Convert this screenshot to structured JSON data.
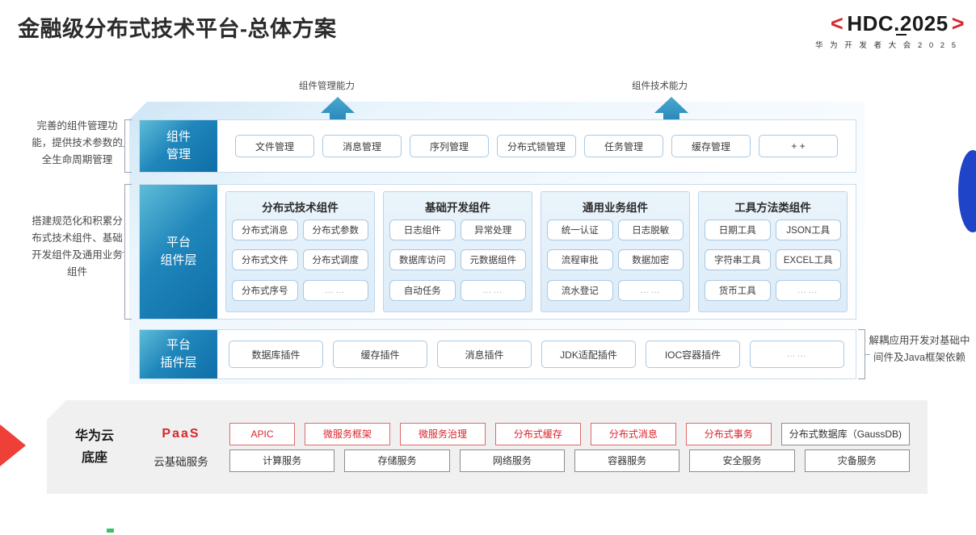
{
  "header": {
    "title": "金融级分布式技术平台-总体方案",
    "logo_bracket_left": "<",
    "logo_bracket_right": ">",
    "logo_main": "HDC.2025",
    "logo_sub": "华 为 开 发 者 大 会 2 0 2 5",
    "accent_red": "#d9262c",
    "accent_blue": "#1f86bb"
  },
  "arrows": [
    {
      "label": "组件管理能力"
    },
    {
      "label": "组件技术能力"
    }
  ],
  "side_notes": {
    "note1": "完善的组件管理功能，提供技术参数的全生命周期管理",
    "note2": "搭建规范化和积累分布式技术组件、基础开发组件及通用业务组件",
    "note3": "解耦应用开发对基础中间件及Java框架依赖"
  },
  "rows": {
    "management": {
      "label_line1": "组件",
      "label_line2": "管理",
      "chips": [
        "文件管理",
        "消息管理",
        "序列管理",
        "分布式锁管理",
        "任务管理",
        "缓存管理",
        "+ +"
      ]
    },
    "component": {
      "label_line1": "平台",
      "label_line2": "组件层",
      "groups": [
        {
          "title": "分布式技术组件",
          "items": [
            "分布式消息",
            "分布式参数",
            "分布式文件",
            "分布式调度",
            "分布式序号",
            "……"
          ]
        },
        {
          "title": "基础开发组件",
          "items": [
            "日志组件",
            "异常处理",
            "数据库访问",
            "元数据组件",
            "自动任务",
            "……"
          ]
        },
        {
          "title": "通用业务组件",
          "items": [
            "统一认证",
            "日志脱敏",
            "流程审批",
            "数据加密",
            "流水登记",
            "……"
          ]
        },
        {
          "title": "工具方法类组件",
          "items": [
            "日期工具",
            "JSON工具",
            "字符串工具",
            "EXCEL工具",
            "货币工具",
            "……"
          ]
        }
      ]
    },
    "plugin": {
      "label_line1": "平台",
      "label_line2": "插件层",
      "chips": [
        "数据库插件",
        "缓存插件",
        "消息插件",
        "JDK适配插件",
        "IOC容器插件",
        "……"
      ]
    }
  },
  "cloud_base": {
    "title_line1": "华为云",
    "title_line2": "底座",
    "paas_label": "PaaS",
    "infra_label": "云基础服务",
    "paas_items": [
      {
        "text": "APIC",
        "style": "red",
        "flex": 1
      },
      {
        "text": "微服务框架",
        "style": "red",
        "flex": 1.35
      },
      {
        "text": "微服务治理",
        "style": "red",
        "flex": 1.35
      },
      {
        "text": "分布式缓存",
        "style": "red",
        "flex": 1.35
      },
      {
        "text": "分布式消息",
        "style": "red",
        "flex": 1.35
      },
      {
        "text": "分布式事务",
        "style": "red",
        "flex": 1.35
      },
      {
        "text": "分布式数据库（GaussDB)",
        "style": "gray",
        "flex": 2.1
      }
    ],
    "infra_items": [
      {
        "text": "计算服务",
        "style": "gray"
      },
      {
        "text": "存储服务",
        "style": "gray"
      },
      {
        "text": "网络服务",
        "style": "gray"
      },
      {
        "text": "容器服务",
        "style": "gray"
      },
      {
        "text": "安全服务",
        "style": "gray"
      },
      {
        "text": "灾备服务",
        "style": "gray"
      }
    ]
  }
}
